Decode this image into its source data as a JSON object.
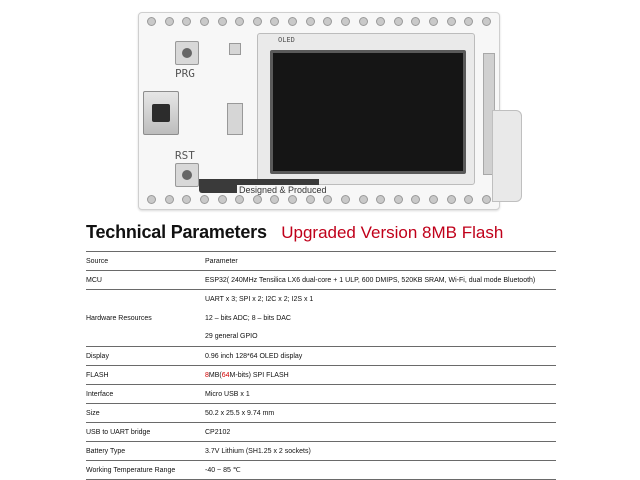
{
  "board": {
    "button_prg_label": "PRG",
    "button_rst_label": "RST",
    "oled_label": "OLED",
    "designed_text": "Designed & Produced"
  },
  "heading": {
    "title": "Technical Parameters",
    "subtitle": "Upgraded Version 8MB Flash"
  },
  "table": {
    "header": {
      "label": "Source",
      "value": "Parameter"
    },
    "rows": [
      {
        "label": "MCU",
        "value": "ESP32( 240MHz Tensilica LX6 dual-core + 1 ULP, 600 DMIPS, 520KB SRAM, Wi-Fi, dual mode Bluetooth)"
      },
      {
        "label": "Hardware Resources",
        "values": [
          "UART x 3; SPI x 2; I2C x 2; I2S x 1",
          "12 – bits ADC; 8 – bits DAC",
          "29 general GPIO"
        ]
      },
      {
        "label": "Display",
        "value": "0.96 inch 128*64 OLED display"
      },
      {
        "label": "FLASH",
        "value_parts": [
          "8",
          "MB(",
          "64",
          "M-bits) SPI FLASH"
        ]
      },
      {
        "label": "Interface",
        "value": "Micro USB x 1"
      },
      {
        "label": "Size",
        "value": "50.2 x 25.5 x 9.74 mm"
      },
      {
        "label": "USB to UART bridge",
        "value": "CP2102"
      },
      {
        "label": "Battery Type",
        "value": "3.7V Lithium (SH1.25 x 2 sockets)"
      },
      {
        "label": "Working Temperature Range",
        "value": "-40 ~ 85 ℃"
      }
    ]
  },
  "colors": {
    "accent_red": "#c0001a",
    "flash_highlight": "#d10000"
  }
}
